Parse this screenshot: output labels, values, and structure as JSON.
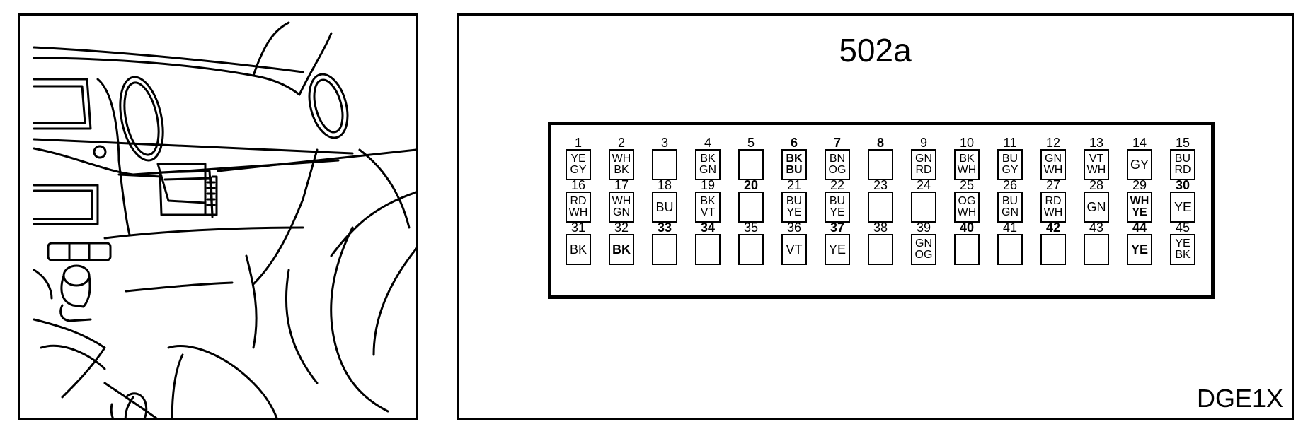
{
  "connector": {
    "title": "502a",
    "code": "DGE1X",
    "rows": [
      [
        {
          "num": "1",
          "bold_num": false,
          "colors": [
            "YE",
            "GY"
          ],
          "bold_box": false
        },
        {
          "num": "2",
          "bold_num": false,
          "colors": [
            "WH",
            "BK"
          ],
          "bold_box": false
        },
        {
          "num": "3",
          "bold_num": false,
          "colors": [],
          "bold_box": false
        },
        {
          "num": "4",
          "bold_num": false,
          "colors": [
            "BK",
            "GN"
          ],
          "bold_box": false
        },
        {
          "num": "5",
          "bold_num": false,
          "colors": [],
          "bold_box": false
        },
        {
          "num": "6",
          "bold_num": true,
          "colors": [
            "BK",
            "BU"
          ],
          "bold_box": true
        },
        {
          "num": "7",
          "bold_num": true,
          "colors": [
            "BN",
            "OG"
          ],
          "bold_box": false
        },
        {
          "num": "8",
          "bold_num": true,
          "colors": [],
          "bold_box": false
        },
        {
          "num": "9",
          "bold_num": false,
          "colors": [
            "GN",
            "RD"
          ],
          "bold_box": false
        },
        {
          "num": "10",
          "bold_num": false,
          "colors": [
            "BK",
            "WH"
          ],
          "bold_box": false
        },
        {
          "num": "11",
          "bold_num": false,
          "colors": [
            "BU",
            "GY"
          ],
          "bold_box": false
        },
        {
          "num": "12",
          "bold_num": false,
          "colors": [
            "GN",
            "WH"
          ],
          "bold_box": false
        },
        {
          "num": "13",
          "bold_num": false,
          "colors": [
            "VT",
            "WH"
          ],
          "bold_box": false
        },
        {
          "num": "14",
          "bold_num": false,
          "colors": [
            "GY"
          ],
          "bold_box": false
        },
        {
          "num": "15",
          "bold_num": false,
          "colors": [
            "BU",
            "RD"
          ],
          "bold_box": false
        }
      ],
      [
        {
          "num": "16",
          "bold_num": false,
          "colors": [
            "RD",
            "WH"
          ],
          "bold_box": false
        },
        {
          "num": "17",
          "bold_num": false,
          "colors": [
            "WH",
            "GN"
          ],
          "bold_box": false
        },
        {
          "num": "18",
          "bold_num": false,
          "colors": [
            "BU"
          ],
          "bold_box": false
        },
        {
          "num": "19",
          "bold_num": false,
          "colors": [
            "BK",
            "VT"
          ],
          "bold_box": false
        },
        {
          "num": "20",
          "bold_num": true,
          "colors": [],
          "bold_box": false
        },
        {
          "num": "21",
          "bold_num": false,
          "colors": [
            "BU",
            "YE"
          ],
          "bold_box": false
        },
        {
          "num": "22",
          "bold_num": false,
          "colors": [
            "BU",
            "YE"
          ],
          "bold_box": false
        },
        {
          "num": "23",
          "bold_num": false,
          "colors": [],
          "bold_box": false
        },
        {
          "num": "24",
          "bold_num": false,
          "colors": [],
          "bold_box": false
        },
        {
          "num": "25",
          "bold_num": false,
          "colors": [
            "OG",
            "WH"
          ],
          "bold_box": false
        },
        {
          "num": "26",
          "bold_num": false,
          "colors": [
            "BU",
            "GN"
          ],
          "bold_box": false
        },
        {
          "num": "27",
          "bold_num": false,
          "colors": [
            "RD",
            "WH"
          ],
          "bold_box": false
        },
        {
          "num": "28",
          "bold_num": false,
          "colors": [
            "GN"
          ],
          "bold_box": false
        },
        {
          "num": "29",
          "bold_num": false,
          "colors": [
            "WH",
            "YE"
          ],
          "bold_box": true
        },
        {
          "num": "30",
          "bold_num": true,
          "colors": [
            "YE"
          ],
          "bold_box": false
        }
      ],
      [
        {
          "num": "31",
          "bold_num": false,
          "colors": [
            "BK"
          ],
          "bold_box": false
        },
        {
          "num": "32",
          "bold_num": false,
          "colors": [
            "BK"
          ],
          "bold_box": true
        },
        {
          "num": "33",
          "bold_num": true,
          "colors": [],
          "bold_box": false
        },
        {
          "num": "34",
          "bold_num": true,
          "colors": [],
          "bold_box": false
        },
        {
          "num": "35",
          "bold_num": false,
          "colors": [],
          "bold_box": false
        },
        {
          "num": "36",
          "bold_num": false,
          "colors": [
            "VT"
          ],
          "bold_box": false
        },
        {
          "num": "37",
          "bold_num": true,
          "colors": [
            "YE"
          ],
          "bold_box": false
        },
        {
          "num": "38",
          "bold_num": false,
          "colors": [],
          "bold_box": false
        },
        {
          "num": "39",
          "bold_num": false,
          "colors": [
            "GN",
            "OG"
          ],
          "bold_box": false
        },
        {
          "num": "40",
          "bold_num": true,
          "colors": [],
          "bold_box": false
        },
        {
          "num": "41",
          "bold_num": false,
          "colors": [],
          "bold_box": false
        },
        {
          "num": "42",
          "bold_num": true,
          "colors": [],
          "bold_box": false
        },
        {
          "num": "43",
          "bold_num": false,
          "colors": [],
          "bold_box": false
        },
        {
          "num": "44",
          "bold_num": true,
          "colors": [
            "YE"
          ],
          "bold_box": true
        },
        {
          "num": "45",
          "bold_num": false,
          "colors": [
            "YE",
            "BK"
          ],
          "bold_box": false
        }
      ]
    ]
  }
}
